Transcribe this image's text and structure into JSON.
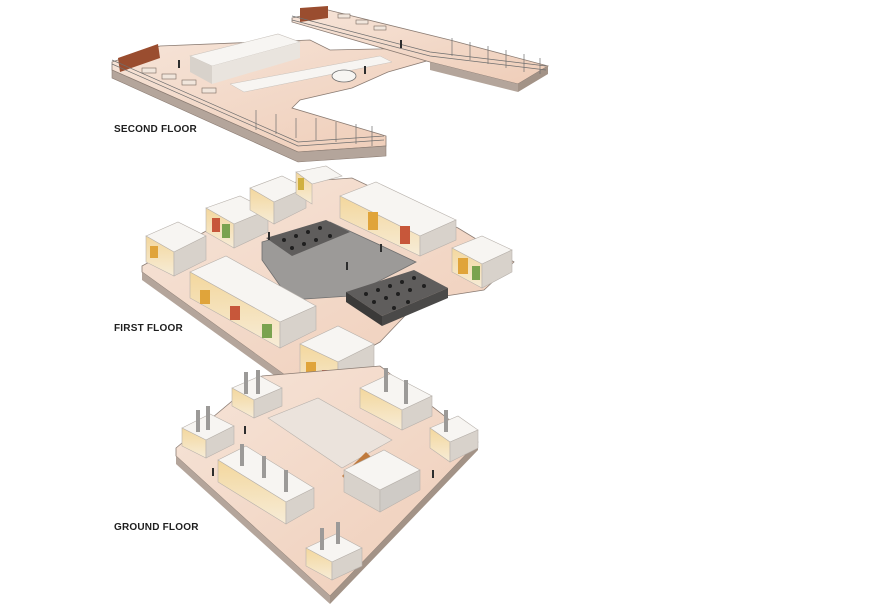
{
  "labels": {
    "second_floor": "SECOND FLOOR",
    "first_floor": "FIRST FLOOR",
    "ground_floor": "GROUND FLOOR"
  },
  "colors": {
    "slab_top": "#f4ddce",
    "slab_side": "#b4a59b",
    "wall_top": "#f7f5f2",
    "wall_side": "#cfcbc6",
    "atrium": "#9c9a98",
    "brick": "#9a4d2f",
    "stall_accent": "#e0a43a",
    "railing": "#6f6f6f",
    "seating": "#2d2d2d"
  }
}
